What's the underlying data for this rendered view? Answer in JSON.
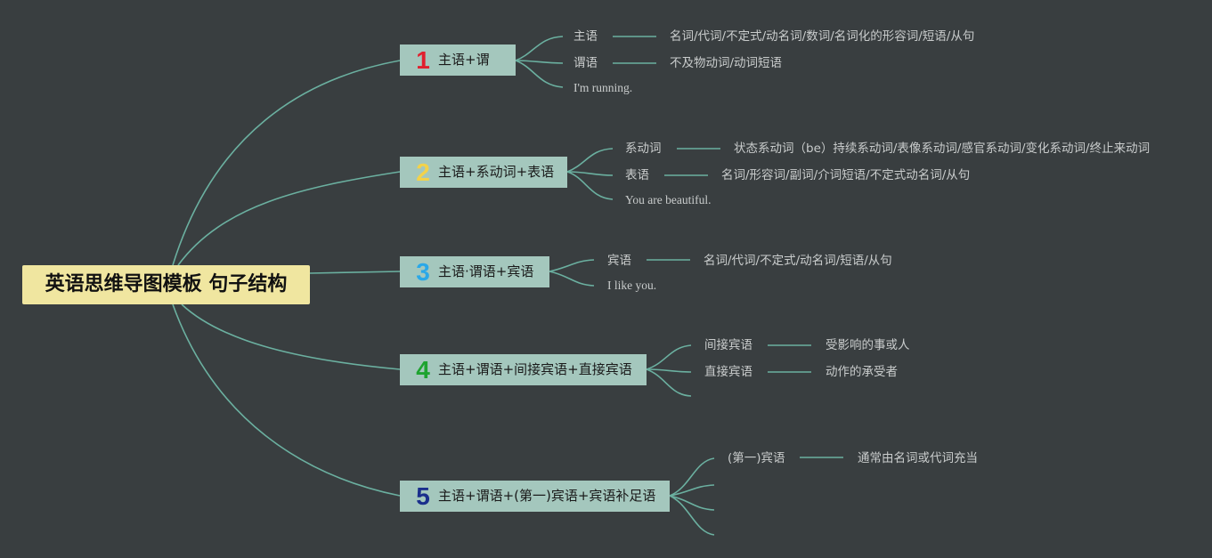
{
  "root": "英语思维导图模板 句子结构",
  "branches": [
    {
      "num": "1",
      "num_color": "#e0202e",
      "label": "主语+谓",
      "items": [
        {
          "name": "主语",
          "detail": "名词/代词/不定式/动名词/数词/名词化的形容词/短语/从句"
        },
        {
          "name": "谓语",
          "detail": "不及物动词/动词短语"
        }
      ],
      "example": "I'm running."
    },
    {
      "num": "2",
      "num_color": "#f3d24a",
      "label": "主语+系动词+表语",
      "items": [
        {
          "name": "系动词",
          "detail": "状态系动词（be）持续系动词/表像系动词/感官系动词/变化系动词/终止来动词"
        },
        {
          "name": "表语",
          "detail": "名词/形容词/副词/介词短语/不定式动名词/从句"
        }
      ],
      "example": "You are beautiful."
    },
    {
      "num": "3",
      "num_color": "#2aa8e8",
      "label": "主语·谓语+宾语",
      "items": [
        {
          "name": "宾语",
          "detail": "名词/代词/不定式/动名词/短语/从句"
        }
      ],
      "example": "I like you."
    },
    {
      "num": "4",
      "num_color": "#1ea330",
      "label": "主语+谓语+间接宾语+直接宾语",
      "items": [
        {
          "name": "间接宾语",
          "detail": "受影响的事或人"
        },
        {
          "name": "直接宾语",
          "detail": "动作的承受者"
        }
      ]
    },
    {
      "num": "5",
      "num_color": "#1a2f8c",
      "label": "主语+谓语+(第一)宾语+宾语补足语",
      "items": [
        {
          "name": "(第一)宾语",
          "detail": "通常由名词或代词充当"
        }
      ]
    }
  ]
}
